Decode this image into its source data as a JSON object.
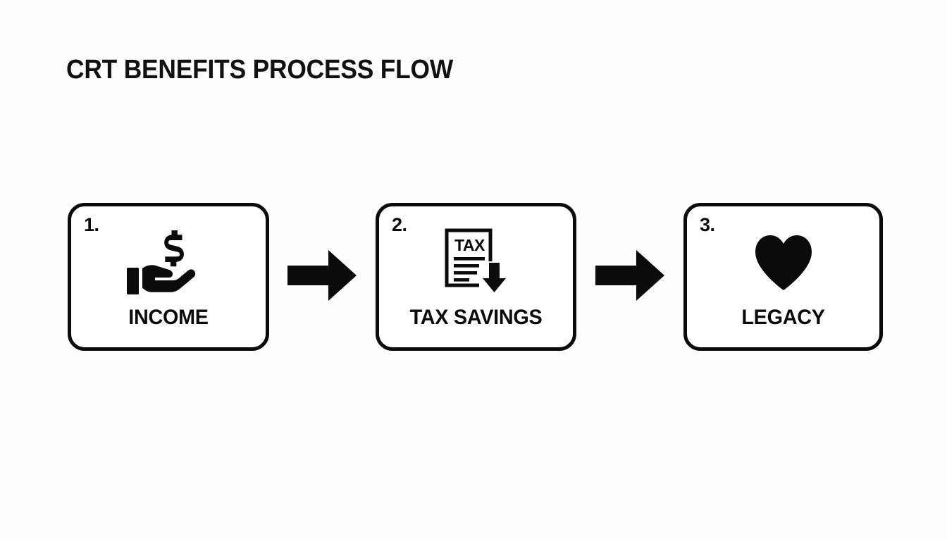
{
  "page": {
    "title": "CRT BENEFITS PROCESS FLOW",
    "background_color": "#fdfdfd",
    "ink_color": "#0b0b0b"
  },
  "flow": {
    "steps": [
      {
        "number": "1.",
        "label": "INCOME",
        "icon": "hand-holding-dollar-icon",
        "icon_text": "$"
      },
      {
        "number": "2.",
        "label": "TAX SAVINGS",
        "icon": "tax-document-down-arrow-icon",
        "icon_text": "TAX"
      },
      {
        "number": "3.",
        "label": "LEGACY",
        "icon": "heart-icon",
        "icon_text": ""
      }
    ],
    "connectors": [
      {
        "icon": "arrow-right-icon"
      },
      {
        "icon": "arrow-right-icon"
      }
    ]
  }
}
